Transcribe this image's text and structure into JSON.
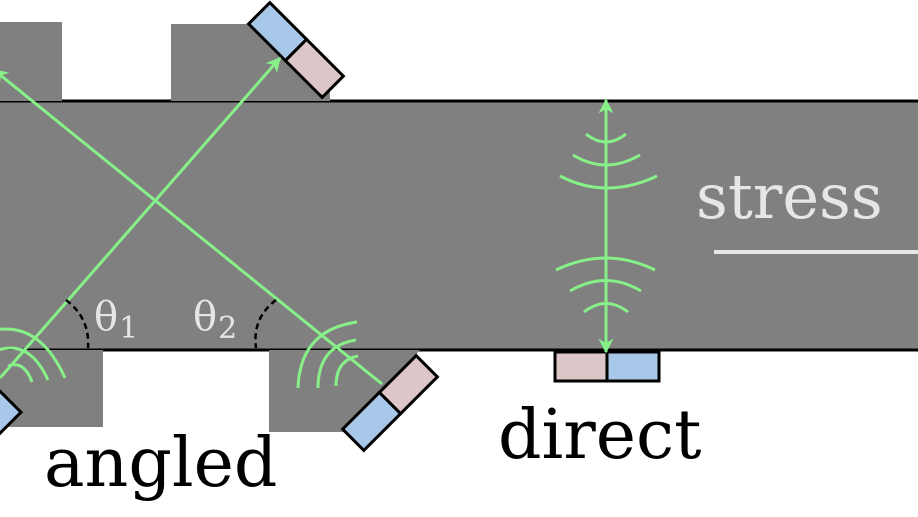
{
  "labels": {
    "angled": "angled",
    "direct": "direct",
    "stress": "stress",
    "theta1": "θ",
    "theta1_sub": "1",
    "theta2": "θ",
    "theta2_sub": "2"
  },
  "colors": {
    "background": "#ffffff",
    "plate": "#808080",
    "outline": "#000000",
    "beam": "#88f088",
    "transducer_blue": "#a8c8ea",
    "transducer_pink": "#dcc6c8",
    "light_text": "#e6e6e6"
  }
}
